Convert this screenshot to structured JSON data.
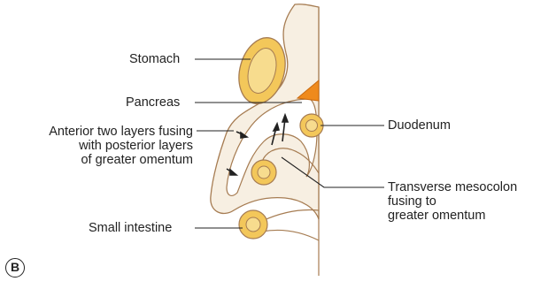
{
  "labels": {
    "stomach": "Stomach",
    "pancreas": "Pancreas",
    "anterior_line1": "Anterior two layers fusing",
    "anterior_line2": "with posterior layers",
    "anterior_line3": "of greater omentum",
    "small_intestine": "Small intestine",
    "duodenum": "Duodenum",
    "transverse_line1": "Transverse mesocolon",
    "transverse_line2": "fusing to",
    "transverse_line3": "greater omentum"
  },
  "panel_label": "B",
  "colors": {
    "peritoneum_fill": "#f7efe2",
    "outline": "#a67c52",
    "organ_fill": "#f3c75a",
    "organ_inner": "#f7dc8e",
    "pancreas_fill": "#ef8a1c",
    "leader": "#222222"
  }
}
